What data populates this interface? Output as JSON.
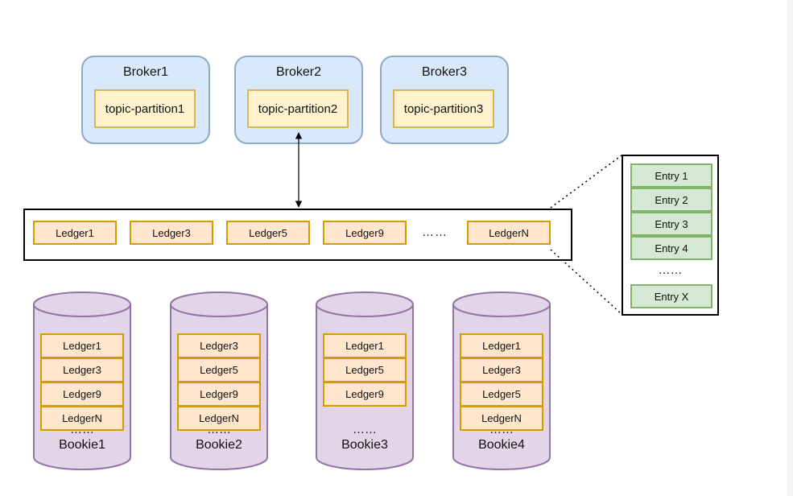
{
  "brokers": [
    {
      "name": "Broker1",
      "partition": "topic-partition1"
    },
    {
      "name": "Broker2",
      "partition": "topic-partition2"
    },
    {
      "name": "Broker3",
      "partition": "topic-partition3"
    }
  ],
  "ledger_strip": {
    "ledgers": [
      "Ledger1",
      "Ledger3",
      "Ledger5",
      "Ledger9",
      "LedgerN"
    ],
    "ellipsis": "……"
  },
  "entries": {
    "items": [
      "Entry 1",
      "Entry 2",
      "Entry 3",
      "Entry 4",
      "Entry X"
    ],
    "ellipsis": "……"
  },
  "bookies": [
    {
      "name": "Bookie1",
      "ledgers": [
        "Ledger1",
        "Ledger3",
        "Ledger9",
        "LedgerN"
      ],
      "ellipsis": "……"
    },
    {
      "name": "Bookie2",
      "ledgers": [
        "Ledger3",
        "Ledger5",
        "Ledger9",
        "LedgerN"
      ],
      "ellipsis": "……"
    },
    {
      "name": "Bookie3",
      "ledgers": [
        "Ledger1",
        "Ledger5",
        "Ledger9"
      ],
      "ellipsis": "……"
    },
    {
      "name": "Bookie4",
      "ledgers": [
        "Ledger1",
        "Ledger3",
        "Ledger5",
        "LedgerN"
      ],
      "ellipsis": "……"
    }
  ],
  "colors": {
    "broker_fill": "#dae8fc",
    "partition_fill": "#fff2cc",
    "ledger_fill": "#ffe6cc",
    "entry_fill": "#d5e8d4",
    "bookie_fill": "#e1d5e7"
  }
}
